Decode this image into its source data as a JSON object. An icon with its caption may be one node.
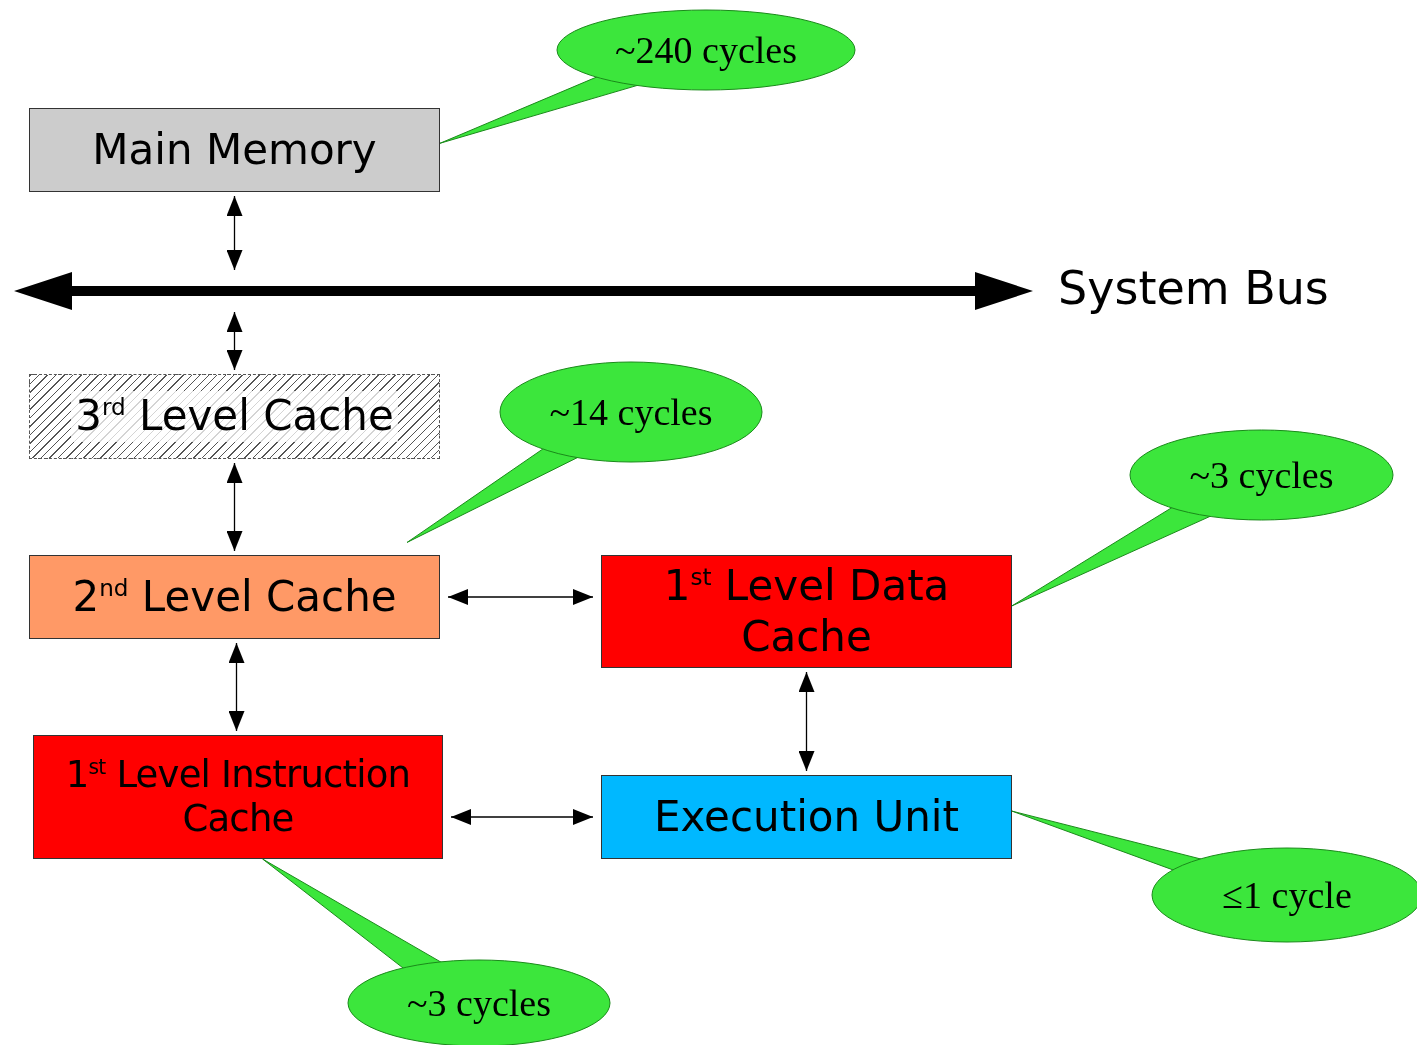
{
  "diagram": {
    "nodes": [
      {
        "text": [
          "Main Memory"
        ]
      },
      {
        "text": [],
        "shape": "bar",
        "beside": [
          "System Bus"
        ]
      },
      {
        "text": [
          "3$^{rd}$ Level Cache"
        ]
      },
      {
        "text": [
          "2$^{nd}$ Level Cache"
        ]
      },
      {
        "text": [
          "1$^{st}$ Level Data Cache"
        ]
      },
      {
        "text": [
          "1$^{st}$ Level Instruction Cache"
        ]
      },
      {
        "text": [
          "Execution Unit"
        ]
      },
      {
        "text": [
          "~240 cycles"
        ]
      },
      {
        "text": [
          "~14 cycles"
        ]
      },
      {
        "text": [
          "~3 cycles"
        ]
      },
      {
        "text": [
          "≤1 cycle"
        ]
      },
      {
        "text": [
          "~3 cycles"
        ]
      }
    ],
    "edges": [
      {
        "from": 0,
        "to": 1,
        "arrow": "both"
      },
      {
        "from": 1,
        "to": 2,
        "arrow": "both"
      },
      {
        "from": 2,
        "to": 3,
        "arrow": "both"
      },
      {
        "from": 3,
        "to": 4,
        "arrow": "both"
      },
      {
        "from": 3,
        "to": 5,
        "arrow": "both"
      },
      {
        "from": 4,
        "to": 6,
        "arrow": "both"
      },
      {
        "from": 5,
        "to": 6,
        "arrow": "both"
      },
      {
        "from": 7,
        "to": 0,
        "arrow": "none",
        "color": "#3ce63c"
      },
      {
        "from": 8,
        "to": 3,
        "arrow": "none",
        "color": "#3ce63c"
      },
      {
        "from": 9,
        "to": 4,
        "arrow": "none",
        "color": "#3ce63c"
      },
      {
        "from": 10,
        "to": 6,
        "arrow": "none",
        "color": "#3ce63c"
      },
      {
        "from": 11,
        "to": 5,
        "arrow": "none",
        "color": "#3ce63c"
      }
    ]
  }
}
